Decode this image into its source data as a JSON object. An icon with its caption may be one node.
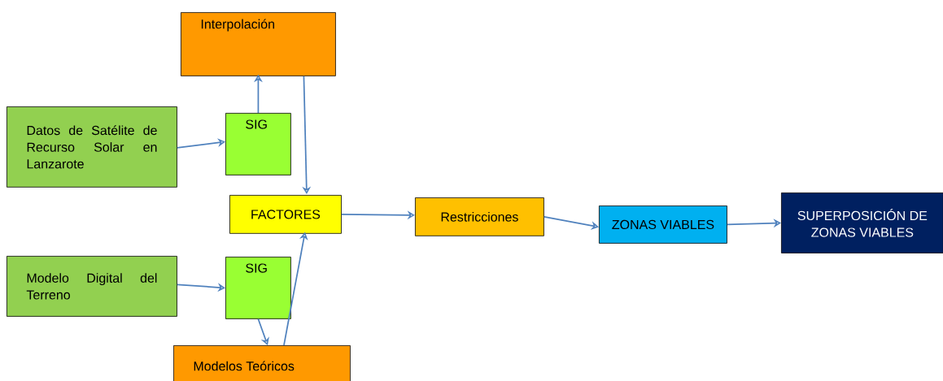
{
  "diagram": {
    "nodes": [
      {
        "text": [
          "Interpolación"
        ]
      },
      {
        "text": [
          "Datos de Satélite de Recurso Solar en Lanzarote"
        ]
      },
      {
        "text": [
          "SIG"
        ]
      },
      {
        "text": [
          "FACTORES"
        ]
      },
      {
        "text": [
          "Restricciones"
        ]
      },
      {
        "text": [
          "ZONAS VIABLES"
        ]
      },
      {
        "text": [
          "SUPERPOSICIÓN DE ZONAS VIABLES"
        ]
      },
      {
        "text": [
          "Modelo Digital del Terreno"
        ]
      },
      {
        "text": [
          "SIG"
        ]
      },
      {
        "text": [
          "Modelos Teóricos"
        ]
      }
    ],
    "edges": [
      {
        "from": 1,
        "to": 2,
        "arrow": "to"
      },
      {
        "from": 2,
        "to": 0,
        "arrow": "to"
      },
      {
        "from": 0,
        "to": 3,
        "arrow": "to"
      },
      {
        "from": 3,
        "to": 4,
        "arrow": "to"
      },
      {
        "from": 4,
        "to": 5,
        "arrow": "to"
      },
      {
        "from": 5,
        "to": 6,
        "arrow": "to"
      },
      {
        "from": 7,
        "to": 8,
        "arrow": "to"
      },
      {
        "from": 8,
        "to": 9,
        "arrow": "to"
      },
      {
        "from": 9,
        "to": 3,
        "arrow": "to"
      }
    ]
  }
}
